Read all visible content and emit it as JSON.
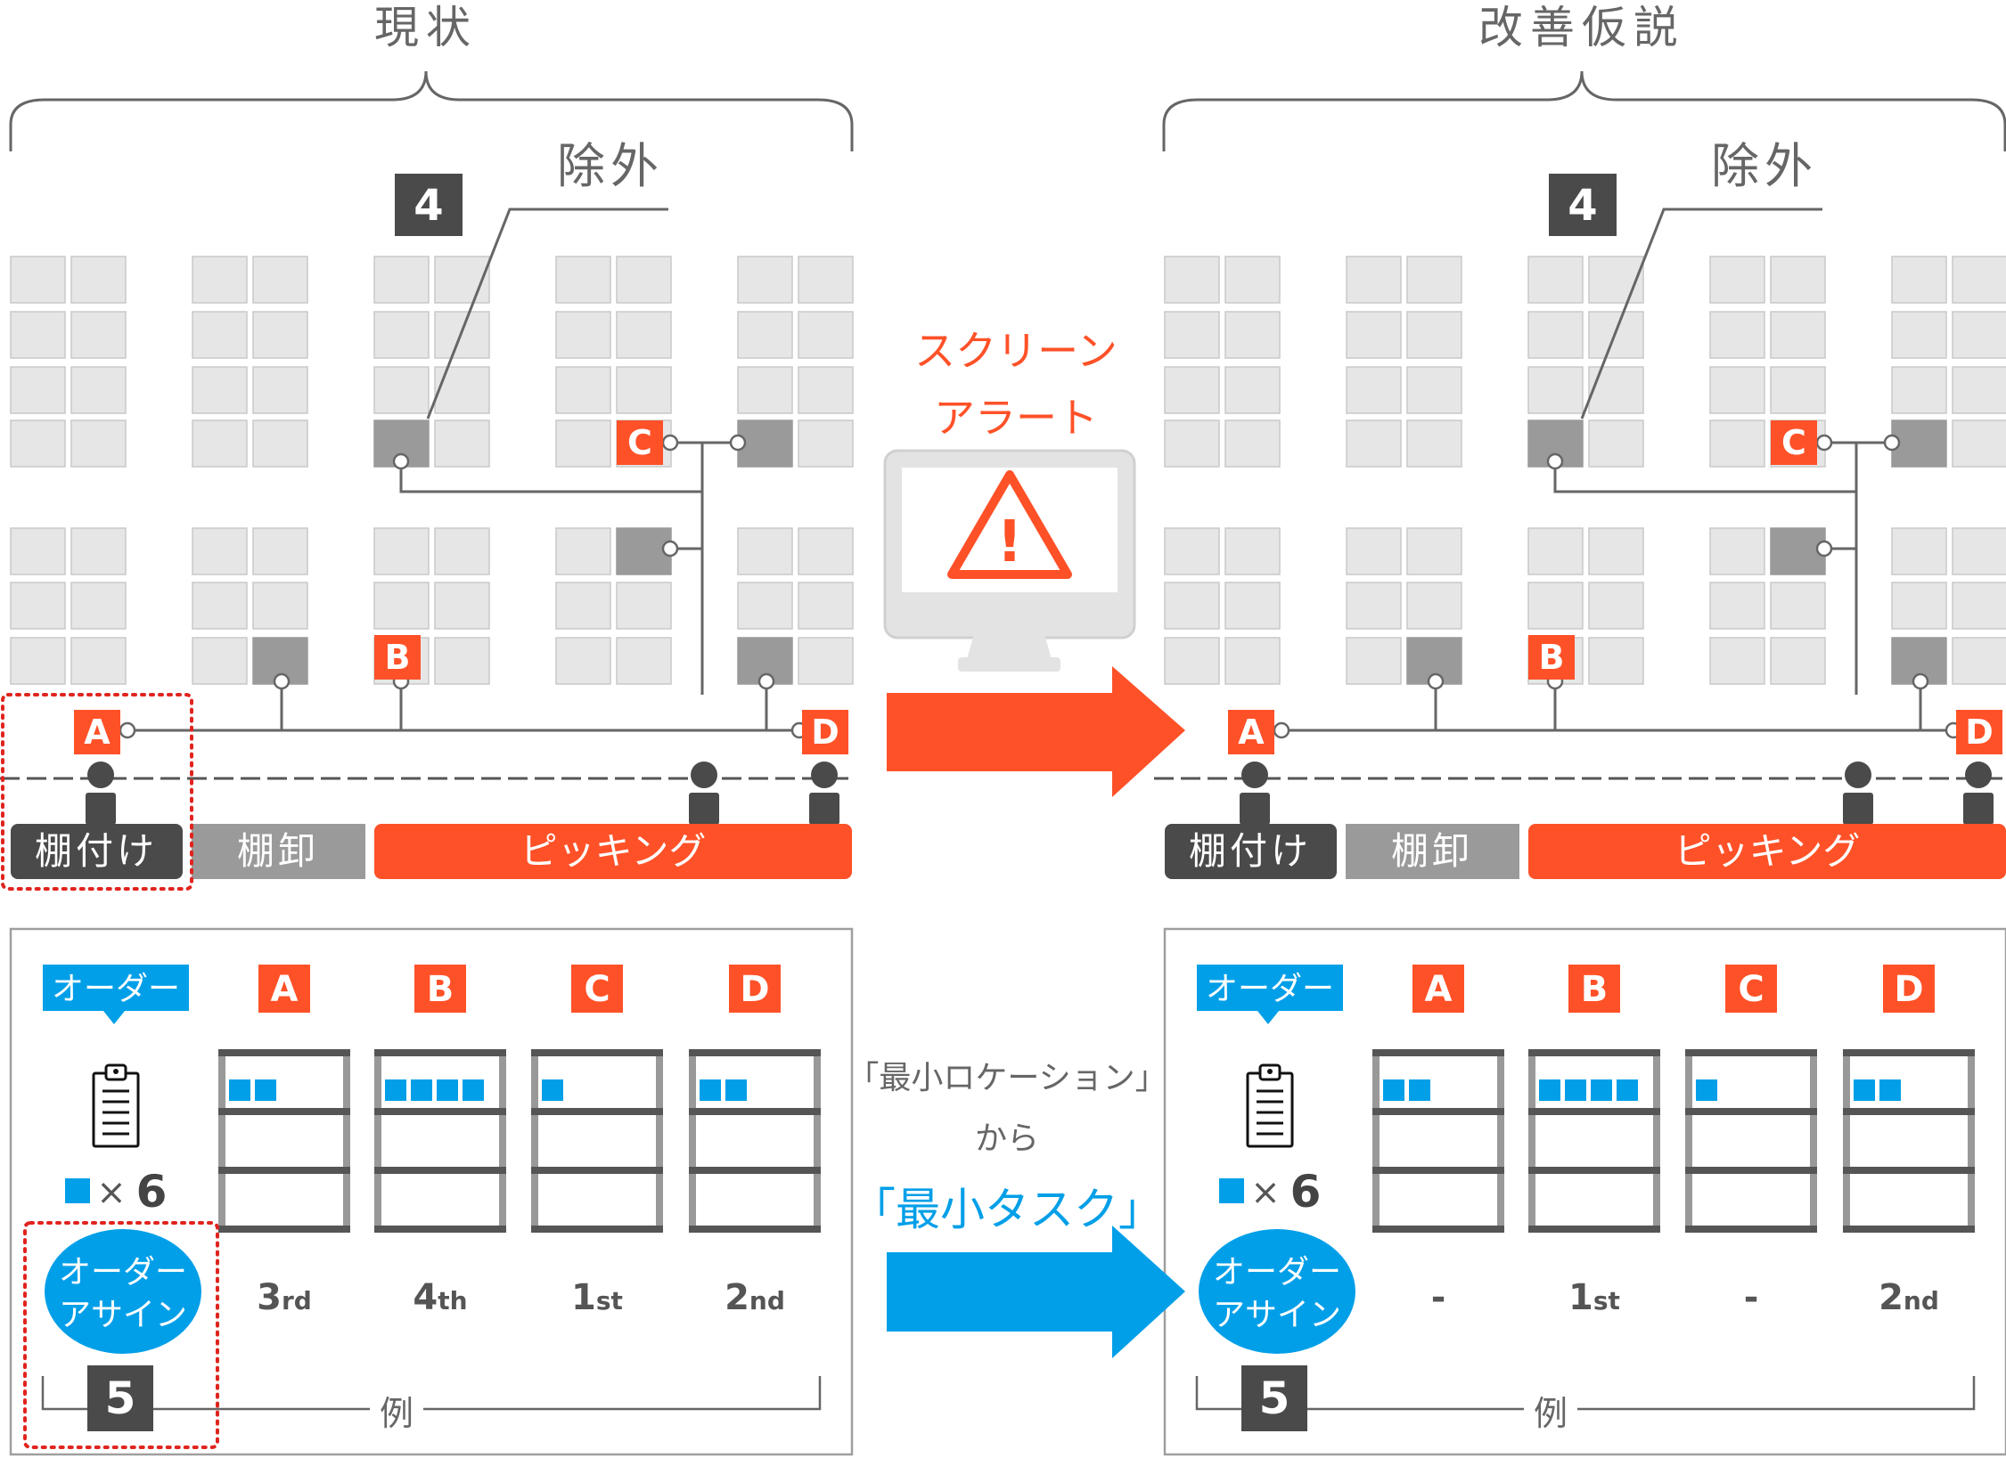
{
  "colors": {
    "accent_red": "#FF5128",
    "accent_blue": "#009FE8",
    "dark_gray": "#4A4A4A",
    "mid_gray": "#9A9A9A",
    "rack_gray": "#E6E6E6",
    "rack_border": "#C8C8C8",
    "line_gray": "#666666",
    "panel_border": "#9F9F9F",
    "dotted_red": "#E0241E"
  },
  "titles": {
    "current": "現状",
    "improved": "改善仮説"
  },
  "exclusion": {
    "number": "4",
    "label": "除外"
  },
  "locations": {
    "a": "A",
    "b": "B",
    "c": "C",
    "d": "D"
  },
  "processes": {
    "putaway": "棚付け",
    "inventory": "棚卸",
    "picking": "ピッキング"
  },
  "alert": {
    "line1": "スクリーン",
    "line2": "アラート",
    "symbol": "!"
  },
  "order": {
    "label": "オーダー",
    "quantity_times": "×",
    "quantity": "6",
    "assign_line1": "オーダー",
    "assign_line2": "アサイン",
    "step_number": "5",
    "example_label": "例",
    "item_counts": [
      2,
      4,
      1,
      2
    ]
  },
  "ranks_current": [
    {
      "num": "3",
      "suffix": "rd"
    },
    {
      "num": "4",
      "suffix": "th"
    },
    {
      "num": "1",
      "suffix": "st"
    },
    {
      "num": "2",
      "suffix": "nd"
    }
  ],
  "ranks_improved": [
    {
      "num": "-",
      "suffix": ""
    },
    {
      "num": "1",
      "suffix": "st"
    },
    {
      "num": "-",
      "suffix": ""
    },
    {
      "num": "2",
      "suffix": "nd"
    }
  ],
  "transition": {
    "line1": "「最小ロケーション」",
    "line2": "から",
    "line3": "「最小タスク」"
  },
  "icons": {
    "alert": "warning-triangle-icon",
    "monitor": "monitor-icon",
    "clipboard": "clipboard-icon",
    "worker": "person-icon"
  }
}
